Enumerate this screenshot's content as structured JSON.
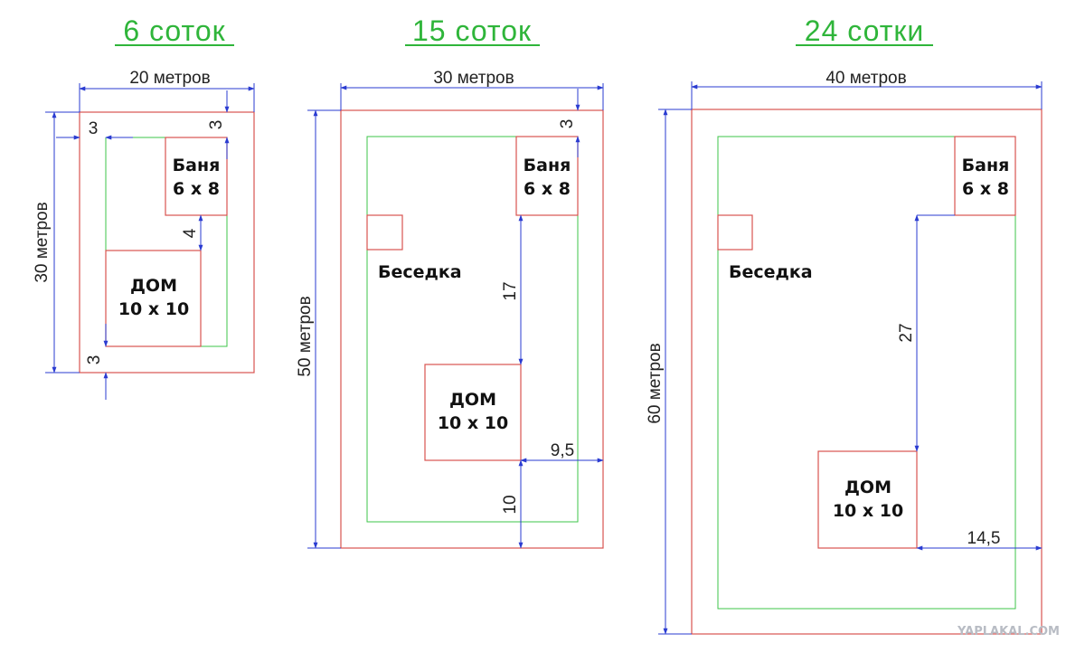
{
  "panels": [
    {
      "title": "6 соток",
      "width_label": "20 метров",
      "height_label": "30 метров",
      "offset_left": "3",
      "offset_top": "3",
      "gap_label": "4",
      "offset_bottom": "3",
      "banya": {
        "line1": "Баня",
        "line2": "6 x 8"
      },
      "house": {
        "line1": "ДОМ",
        "line2": "10 x 10"
      }
    },
    {
      "title": "15 соток",
      "width_label": "30 метров",
      "height_label": "50 метров",
      "offset_top": "3",
      "gap_label": "17",
      "right_label": "9,5",
      "bottom_label": "10",
      "banya": {
        "line1": "Баня",
        "line2": "6 x 8"
      },
      "gazebo": "Беседка",
      "house": {
        "line1": "ДОМ",
        "line2": "10 x 10"
      }
    },
    {
      "title": "24 сотки",
      "width_label": "40 метров",
      "height_label": "60 метров",
      "gap_label": "27",
      "right_label": "14,5",
      "banya": {
        "line1": "Баня",
        "line2": "6 x 8"
      },
      "gazebo": "Беседка",
      "house": {
        "line1": "ДОМ",
        "line2": "10 x 10"
      }
    }
  ],
  "watermark": "YAPLAKAL.COM",
  "colors": {
    "title": "#2fb53a",
    "plot_boundary": "#d9534f",
    "setback": "#3ec64a",
    "dimension": "#2a3bd1"
  }
}
